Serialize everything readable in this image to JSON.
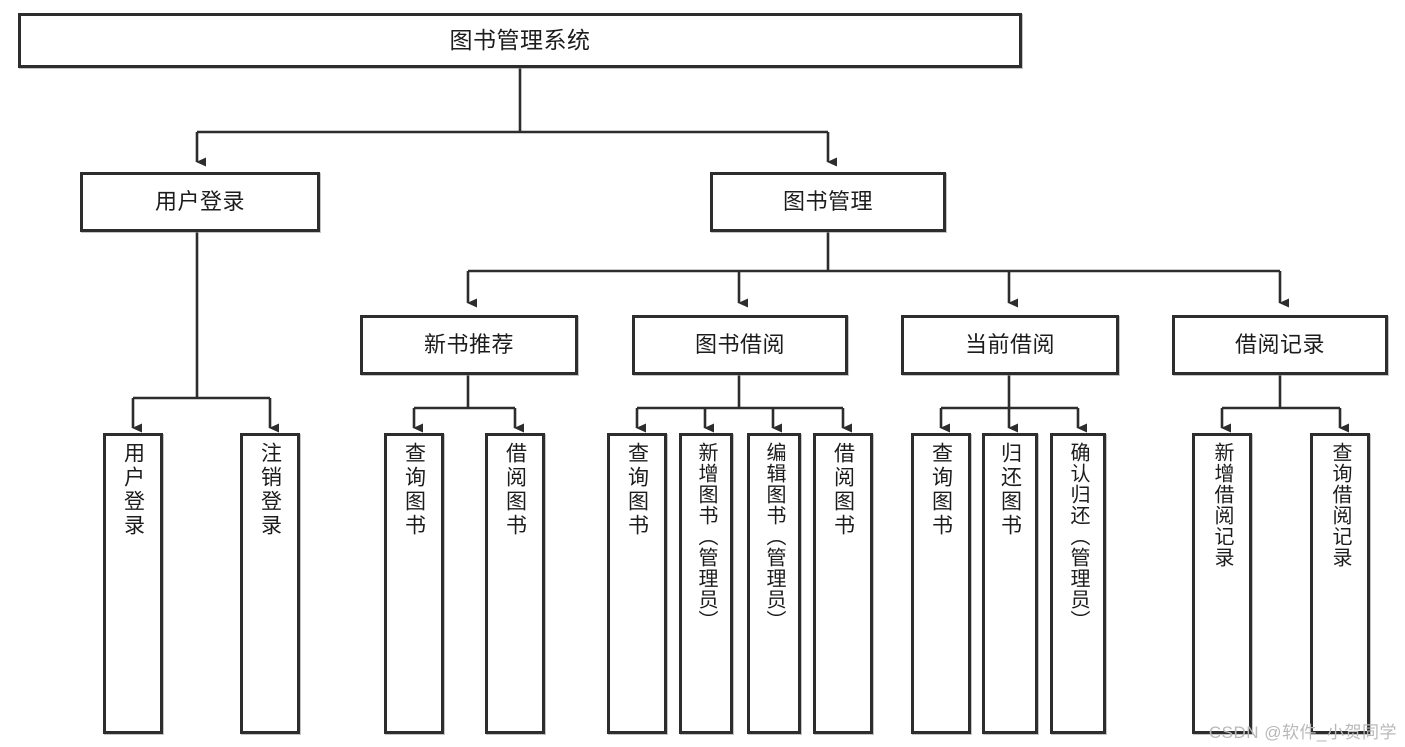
{
  "diagram": {
    "title": "图书管理系统",
    "type": "tree-hierarchy-chart",
    "colors": {
      "background": "#ffffff",
      "node_border": "#2d2d2d",
      "node_fill": "#ffffff",
      "edge": "#2d2d2d",
      "watermark": "#b9b9b9"
    },
    "watermark": "CSDN @软件_小贺同学"
  },
  "nodes": {
    "root": {
      "label": "图书管理系统"
    },
    "level1": [
      {
        "label": "用户登录"
      },
      {
        "label": "图书管理"
      }
    ],
    "level2": [
      {
        "label": "新书推荐"
      },
      {
        "label": "图书借阅"
      },
      {
        "label": "当前借阅"
      },
      {
        "label": "借阅记录"
      }
    ],
    "leaves": {
      "user_login": [
        {
          "label": "用户登录"
        },
        {
          "label": "注销登录"
        }
      ],
      "new_book_recommend": [
        {
          "label": "查询图书"
        },
        {
          "label": "借阅图书"
        }
      ],
      "book_borrow": [
        {
          "label": "查询图书"
        },
        {
          "label": "新增图书（管理员）"
        },
        {
          "label": "编辑图书（管理员）"
        },
        {
          "label": "借阅图书"
        }
      ],
      "current_borrow": [
        {
          "label": "查询图书"
        },
        {
          "label": "归还图书"
        },
        {
          "label": "确认归还（管理员）"
        }
      ],
      "borrow_record": [
        {
          "label": "新增借阅记录"
        },
        {
          "label": "查询借阅记录"
        }
      ]
    }
  }
}
